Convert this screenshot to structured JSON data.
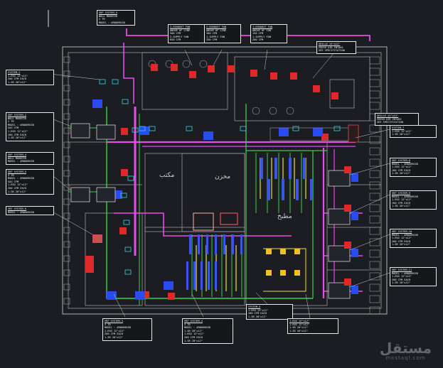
{
  "drawing": {
    "tags": [
      {
        "id": "tag-vrf-top",
        "lines": [
          "VRF SYSTEM-5",
          "WALL MOUNTED",
          "2 TR",
          "MODEL : ARNU09GSB"
        ]
      },
      {
        "id": "tag-exhaust-fan-1",
        "lines": [
          "2-EXHAUST FAN",
          "ABOVE OF LINE",
          "500 CFM",
          "2-SUPPLY FAN",
          "650 CFM"
        ]
      },
      {
        "id": "tag-exhaust-fan-2",
        "lines": [
          "2-EXHAUST FAN",
          "ABOVE OF LINE",
          "300 CFM",
          "1-SUPPLY FAN",
          "350 CFM"
        ]
      },
      {
        "id": "tag-exhaust-fan-3",
        "lines": [
          "1-EXHAUST FAN",
          "ABOVE OF FAN",
          "150 CFM",
          "1-SUPPLY FAN",
          "200 CFM"
        ]
      },
      {
        "id": "tag-grille-top",
        "lines": [
          "GRILLE 24\"x12\"",
          "FRESH AIR INTAKE",
          "SEE SPECIFICATION"
        ]
      },
      {
        "id": "tag-left-1",
        "lines": [
          "SYSTEM-1",
          "1-RSG 12\"x12\"",
          "200 CFM EACH",
          "1-SR 20\"x12\""
        ]
      },
      {
        "id": "tag-left-2",
        "lines": [
          "VRF SYSTEM-2",
          "WALL MOUNTED",
          "2 TR",
          "MODEL : ARNU09GSB",
          "SAG CFM",
          "1-RSG 12\"x12\"",
          "200 CFM EACH",
          "1-SR 20\"x12\""
        ]
      },
      {
        "id": "tag-left-3",
        "lines": [
          "VRF SYSTEM-4",
          "WALL MOUNTED",
          "MODEL : ARNU09GSB"
        ]
      },
      {
        "id": "tag-left-4",
        "lines": [
          "VRF SYSTEM-5",
          "3 TR",
          "MODEL : ARNU09GSB",
          "SAG CFM",
          "1-RSG 12\"x12\"",
          "200 CFM EACH",
          "1-SR 20\"x12\""
        ]
      },
      {
        "id": "tag-left-5",
        "lines": [
          "VRF SYSTEM-6",
          "MODEL : ARNU09GSB"
        ]
      },
      {
        "id": "tag-right-grille",
        "lines": [
          "GRILLE 24\"x12\"",
          "FRESH AIR INTAKE",
          "SEE SPECIFICATION"
        ]
      },
      {
        "id": "tag-right-1",
        "lines": [
          "SYSTEM-7",
          "1-RSG 12\"x12\"",
          "1-SR 20\"x12\""
        ]
      },
      {
        "id": "tag-right-2",
        "lines": [
          "VRF SYSTEM-8",
          "MODEL : ARNU09GSB",
          "1-RSG 12\"x12\"",
          "200 CFM EACH",
          "1-SR 20\"x12\""
        ]
      },
      {
        "id": "tag-right-3",
        "lines": [
          "VRF SYSTEM-9",
          "MODEL : ARNU09GSB",
          "1-RSG 12\"x12\"",
          "200 CFM EACH",
          "1-SR 20\"x12\""
        ]
      },
      {
        "id": "tag-right-4",
        "lines": [
          "VRF SYSTEM-10",
          "MODEL : ARNU09GSB",
          "1-RSG 12\"x12\"",
          "200 CFM EACH",
          "1-SR 20\"x12\""
        ]
      },
      {
        "id": "tag-right-5",
        "lines": [
          "VRF SYSTEM-11",
          "MODEL : ARNU09GSB",
          "1-RSG 12\"x12\"",
          "200 CFM EACH",
          "1-SR 20\"x12\""
        ]
      },
      {
        "id": "tag-bottom-1",
        "lines": [
          "VRF SYSTEM-3",
          "3 TR",
          "MODEL : ARNU09GSB",
          "1-RSG 12\"x12\"",
          "200 CFM EACH",
          "1-SR 20\"x12\""
        ]
      },
      {
        "id": "tag-bottom-2",
        "lines": [
          "VRF SYSTEM-4",
          "3 TR",
          "MODEL : ARNU09GSB",
          "1-SR 20\"x12\"",
          "1-RSG 12\"x12\"",
          "200 CFM EACH",
          "1-SR 20\"x12\""
        ]
      },
      {
        "id": "tag-bottom-3",
        "lines": [
          "SYSTEM-5",
          "1-RSG 12\"x12\"",
          "200 CFM EACH",
          "1-SR 20\"x12\""
        ]
      },
      {
        "id": "tag-bottom-4",
        "lines": [
          "1-RSG 12\"x12\"",
          "1-RSG 12\"x12\"",
          "1-SR 20\"x12\"",
          "1-SR 20\"x12\""
        ]
      }
    ],
    "room_labels": [
      "مكتب",
      "مخزن",
      "مطبخ"
    ],
    "watermark": {
      "big": "مستقل",
      "small": "mostaql.com"
    },
    "colors": {
      "background": "#1b1d22",
      "wall": "#9a9a9a",
      "duct_magenta": "#e84be8",
      "pipe_green": "#37d04b",
      "pipe_yellow": "#e8e23a",
      "unit_red": "#e02828",
      "unit_blue": "#2a4bf0",
      "grille_cyan": "#35d6e6",
      "label_white": "#f0f0f0"
    }
  }
}
